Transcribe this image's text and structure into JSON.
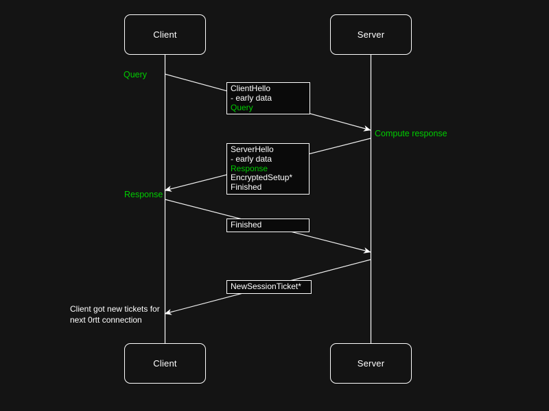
{
  "colors": {
    "background": "#141414",
    "line": "#ffffff",
    "accent_green": "#00cc00",
    "message_box_fill": "#0a0a0a"
  },
  "actors": {
    "top": [
      {
        "label": "Client"
      },
      {
        "label": "Server"
      }
    ],
    "bottom": [
      {
        "label": "Client"
      },
      {
        "label": "Server"
      }
    ]
  },
  "messages": [
    {
      "from": "Client",
      "to": "Server",
      "box_lines": [
        {
          "text": "ClientHello"
        },
        {
          "text": "- early data"
        },
        {
          "text": "Query",
          "green": true
        }
      ]
    },
    {
      "from": "Server",
      "to": "Client",
      "box_lines": [
        {
          "text": "ServerHello"
        },
        {
          "text": "- early data"
        },
        {
          "text": "Response",
          "green": true
        },
        {
          "text": "EncryptedSetup*"
        },
        {
          "text": "Finished"
        }
      ]
    },
    {
      "from": "Client",
      "to": "Server",
      "box_lines": [
        {
          "text": "Finished"
        }
      ]
    },
    {
      "from": "Server",
      "to": "Client",
      "box_lines": [
        {
          "text": "NewSessionTicket*"
        }
      ]
    }
  ],
  "side_labels": {
    "query": "Query",
    "compute_response": "Compute response",
    "response": "Response"
  },
  "note": {
    "line1": "Client got new tickets for",
    "line2": "next 0rtt connection"
  }
}
